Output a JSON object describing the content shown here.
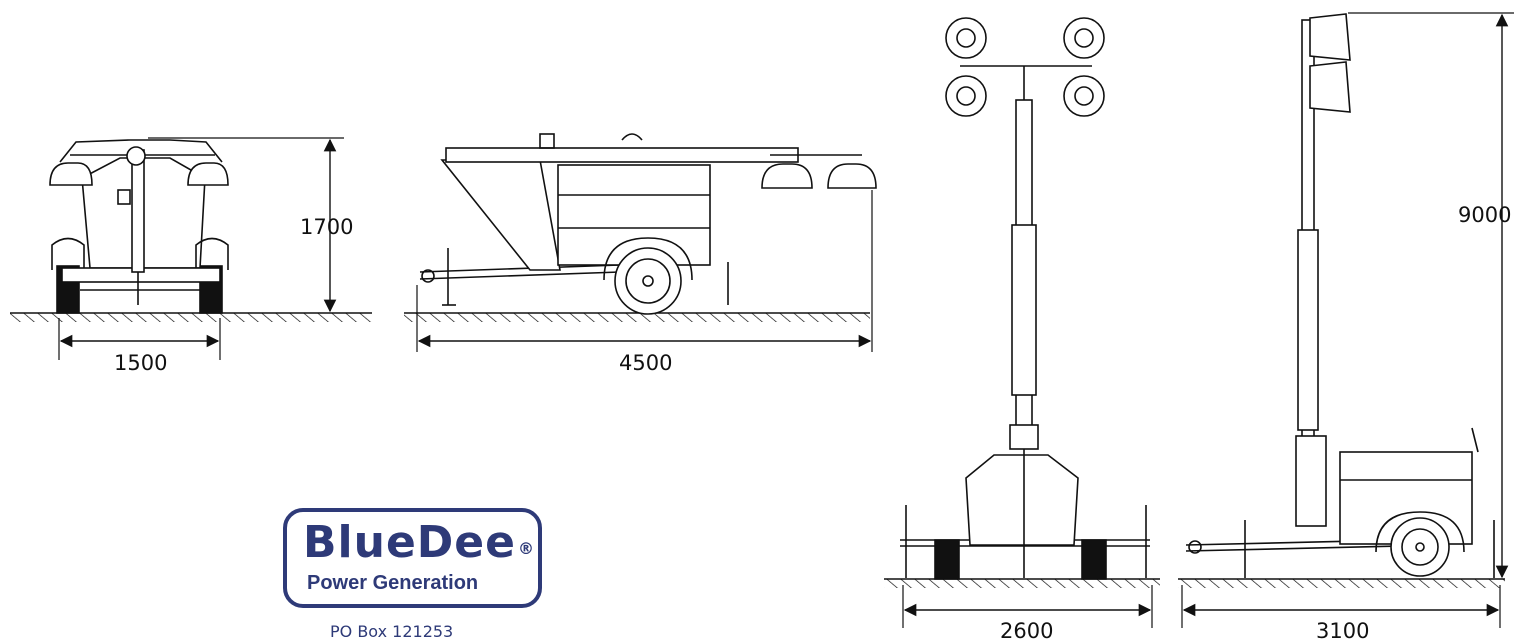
{
  "dimensions": {
    "front_height": "1700",
    "front_width": "1500",
    "side_length": "4500",
    "mast_height": "9000",
    "deployed_width": "2600",
    "deployed_length": "3100"
  },
  "logo": {
    "brand": "BlueDee",
    "registered_mark": "®",
    "tagline": "Power Generation"
  },
  "contact": {
    "po_box": "PO Box 121253"
  },
  "colors": {
    "brand_blue": "#2e3a78",
    "line": "#111111"
  }
}
